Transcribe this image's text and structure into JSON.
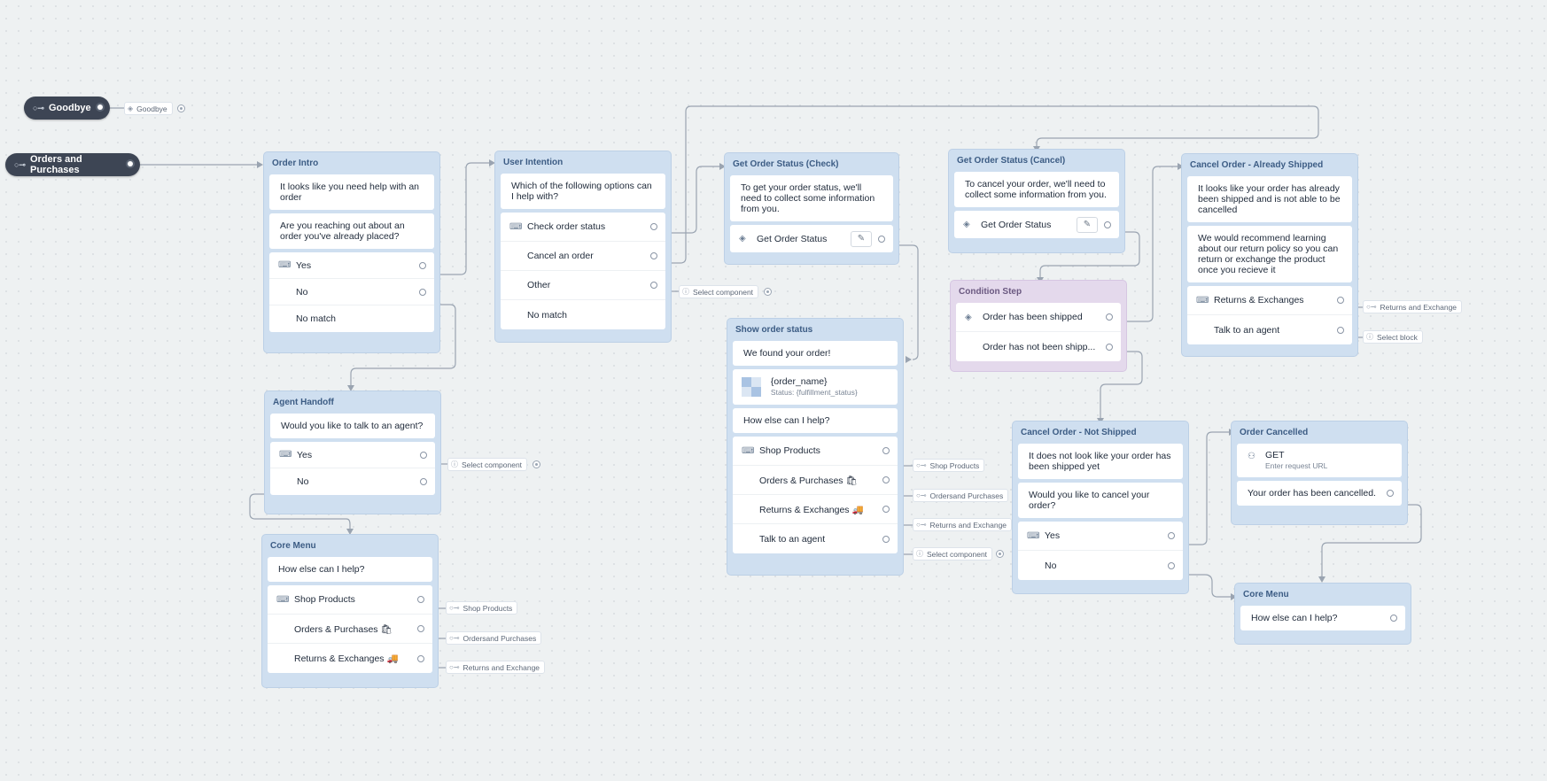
{
  "start_nodes": {
    "goodbye": {
      "label": "Goodbye",
      "link": "Goodbye"
    },
    "orders": {
      "label": "Orders and Purchases"
    }
  },
  "blocks": {
    "order_intro": {
      "title": "Order Intro",
      "messages": [
        "It looks like you need help with an order",
        "Are you reaching out about an order you've already placed?"
      ],
      "choices": [
        "Yes",
        "No",
        "No match"
      ]
    },
    "agent_handoff": {
      "title": "Agent Handoff",
      "message": "Would you like to talk to an agent?",
      "choices": [
        "Yes",
        "No"
      ],
      "select": "Select component"
    },
    "core_menu": {
      "title": "Core Menu",
      "message": "How else can I help?",
      "choices": [
        "Shop Products",
        "Orders & Purchases 🛍",
        "Returns & Exchanges 🚚"
      ],
      "links": [
        "Shop Products",
        "Ordersand Purchases",
        "Returns and Exchange"
      ]
    },
    "user_intention": {
      "title": "User Intention",
      "message": "Which of the following options can I help with?",
      "choices": [
        "Check order status",
        "Cancel an order",
        "Other",
        "No match"
      ],
      "select": "Select component"
    },
    "get_status_check": {
      "title": "Get Order Status (Check)",
      "message": "To get your order status, we'll need to collect some information from you.",
      "component": "Get Order Status"
    },
    "show_status": {
      "title": "Show order status",
      "message": "We found your order!",
      "product_name": "{order_name}",
      "product_status": "Status: {fulfillment_status}",
      "message2": "How else can I help?",
      "choices": [
        "Shop Products",
        "Orders & Purchases 🛍",
        "Returns & Exchanges 🚚",
        "Talk to an agent"
      ],
      "links": [
        "Shop Products",
        "Ordersand Purchases",
        "Returns and Exchange",
        "Select component"
      ]
    },
    "get_status_cancel": {
      "title": "Get Order Status (Cancel)",
      "message": "To cancel your order, we'll need to collect some information from you.",
      "component": "Get Order Status"
    },
    "condition": {
      "title": "Condition Step",
      "rows": [
        "Order has been shipped",
        "Order has not been shipp..."
      ]
    },
    "cancel_shipped": {
      "title": "Cancel Order - Already Shipped",
      "messages": [
        "It looks like your order has already been shipped and is not able to be cancelled",
        "We would recommend learning about our return policy so you can return or exchange the product once you recieve it"
      ],
      "choices": [
        "Returns & Exchanges",
        "Talk to an agent"
      ],
      "links": [
        "Returns and Exchange",
        "Select block"
      ]
    },
    "cancel_not_shipped": {
      "title": "Cancel Order - Not Shipped",
      "messages": [
        "It does not look like your order has been shipped yet",
        "Would you like to cancel your order?"
      ],
      "choices": [
        "Yes",
        "No"
      ]
    },
    "order_cancelled": {
      "title": "Order Cancelled",
      "api_method": "GET",
      "api_url": "Enter request URL",
      "message": "Your order has been cancelled."
    },
    "core_menu2": {
      "title": "Core Menu",
      "message": "How else can I help?"
    }
  }
}
